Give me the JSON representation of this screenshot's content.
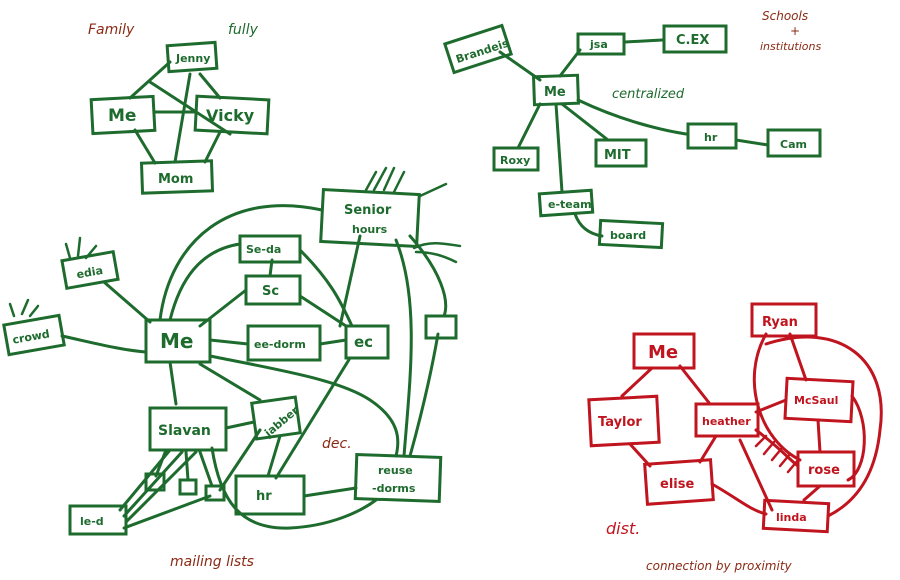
{
  "colors": {
    "green": "#1e6b2e",
    "red": "#c0141e",
    "brown": "#8a2a14",
    "paper": "#ffffff"
  },
  "captions": {
    "family": "Family",
    "fully": "fully",
    "schools": "Schools",
    "plus": "+",
    "institutions": "institutions",
    "centralized": "centralized",
    "dec": "dec.",
    "mailing_lists": "mailing lists",
    "dist": "dist.",
    "connection_by_proximity": "connection by proximity"
  },
  "family": {
    "jenny": "Jenny",
    "me": "Me",
    "vicky": "Vicky",
    "mom": "Mom"
  },
  "schools": {
    "brandeis": "Brandeis",
    "me": "Me",
    "jsa": "jsa",
    "cex": "C.EX",
    "centralized_label": "centralized",
    "hr": "hr",
    "camo": "Cam",
    "roxy": "Roxy",
    "mit": "MIT",
    "e_team": "e-team",
    "board": "board"
  },
  "social": {
    "edia": "edia",
    "crowd": "crowd",
    "me": "Me",
    "senior_hours": "Senior\nhours",
    "senior_line1": "Senior",
    "senior_line2": "hours",
    "se_desc": "Se-da",
    "sc": "Sc",
    "ee_dorm": "ee-dorm",
    "ec": "ec",
    "slavan": "Slavan",
    "jabber": "jabber",
    "hr": "hr",
    "reuse_line1": "reuse",
    "reuse_line2": "-dorms",
    "le_d": "le-d"
  },
  "dist": {
    "me": "Me",
    "ryan": "Ryan",
    "taylor": "Taylor",
    "heather": "heather",
    "mcsaul": "McSaul",
    "elise": "elise",
    "rose": "rose",
    "linda": "linda"
  }
}
